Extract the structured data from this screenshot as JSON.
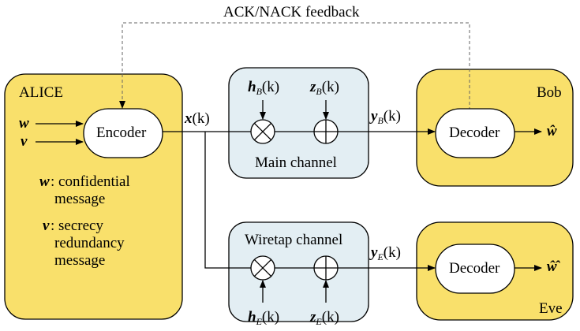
{
  "feedback_label": "ACK/NACK feedback",
  "alice": {
    "title": "ALICE",
    "input_w": "w",
    "input_v": "v",
    "encoder_label": "Encoder",
    "legend": [
      {
        "symbol": "w",
        "line1": ": confidential",
        "line2": "message",
        "line3": ""
      },
      {
        "symbol": "v",
        "line1": ": secrecy",
        "line2": "redundancy",
        "line3": "message"
      }
    ]
  },
  "signal_x": {
    "sym": "x",
    "arg": "(k)"
  },
  "main_channel": {
    "label": "Main channel",
    "gain": {
      "sym": "h",
      "sub": "B",
      "arg": "(k)"
    },
    "noise": {
      "sym": "z",
      "sub": "B",
      "arg": "(k)"
    }
  },
  "wiretap_channel": {
    "label": "Wiretap channel",
    "gain": {
      "sym": "h",
      "sub": "E",
      "arg": "(k)"
    },
    "noise": {
      "sym": "z",
      "sub": "E",
      "arg": "(k)"
    }
  },
  "output_bob": {
    "sym": "y",
    "sub": "B",
    "arg": "(k)"
  },
  "output_eve": {
    "sym": "y",
    "sub": "E",
    "arg": "(k)"
  },
  "bob": {
    "title": "Bob",
    "decoder_label": "Decoder",
    "estimate": "ŵ"
  },
  "eve": {
    "title": "Eve",
    "decoder_label": "Decoder",
    "estimate": "ŵ̂"
  },
  "colors": {
    "party_fill": "#f9e06b",
    "channel_fill": "#e3eef3",
    "stroke": "#000000",
    "feedback_line": "#666666"
  }
}
